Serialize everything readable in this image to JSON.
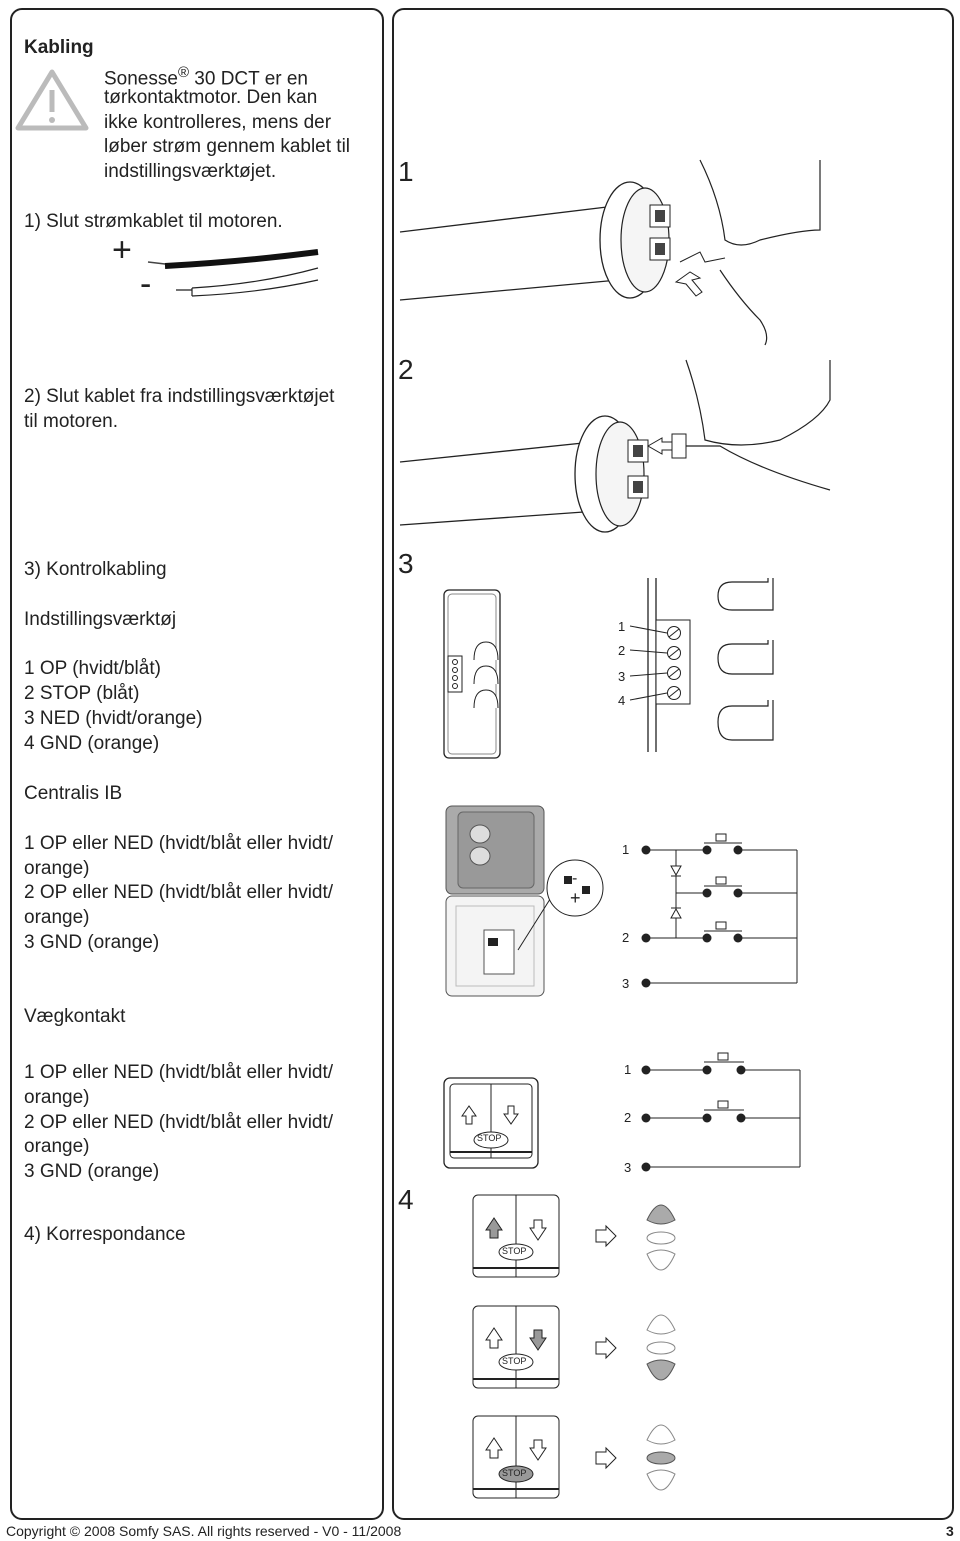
{
  "left": {
    "heading": "Kabling",
    "warning_lines": [
      "Sonesse",
      "30 DCT er en",
      "tørkontaktmotor. Den kan",
      "ikke kontrolleres, mens der",
      "løber strøm gennem kablet til",
      "indstillingsværktøjet."
    ],
    "registered_mark": "®",
    "step1": "1) Slut strømkablet til motoren.",
    "plus": "+",
    "minus": "-",
    "step2_line1": "2) Slut kablet fra indstillingsværktøjet",
    "step2_line2": "til motoren.",
    "step3": "3) Kontrolkabling",
    "tool_title": "Indstillingsværktøj",
    "tool_lines": [
      "1 OP (hvidt/blåt)",
      "2 STOP (blåt)",
      "3 NED (hvidt/orange)",
      "4 GND (orange)"
    ],
    "centralis_title": "Centralis IB",
    "centralis_lines": [
      "1 OP eller NED (hvidt/blåt eller hvidt/",
      "orange)",
      "2 OP eller NED (hvidt/blåt eller hvidt/",
      "orange)",
      "3 GND (orange)"
    ],
    "wall_title": "Vægkontakt",
    "wall_lines": [
      "1 OP eller NED (hvidt/blåt eller hvidt/",
      "orange)",
      "2 OP eller NED (hvidt/blåt eller hvidt/",
      "orange)",
      "3 GND (orange)"
    ],
    "step4": "4) Korrespondance"
  },
  "right": {
    "fig1_number": "1",
    "fig2_number": "2",
    "fig3_number": "3",
    "fig4_number": "4",
    "terminal_labels": [
      "1",
      "2",
      "3",
      "4"
    ],
    "centralis_labels": [
      "1",
      "2",
      "3"
    ],
    "wall_labels": [
      "1",
      "2",
      "3"
    ],
    "stop_label": "STOP",
    "centralis_plus": "+",
    "centralis_minus": "-"
  },
  "footer": {
    "copyright": "Copyright © 2008 Somfy SAS. All rights reserved - V0 - 11/2008",
    "page_number": "3"
  }
}
